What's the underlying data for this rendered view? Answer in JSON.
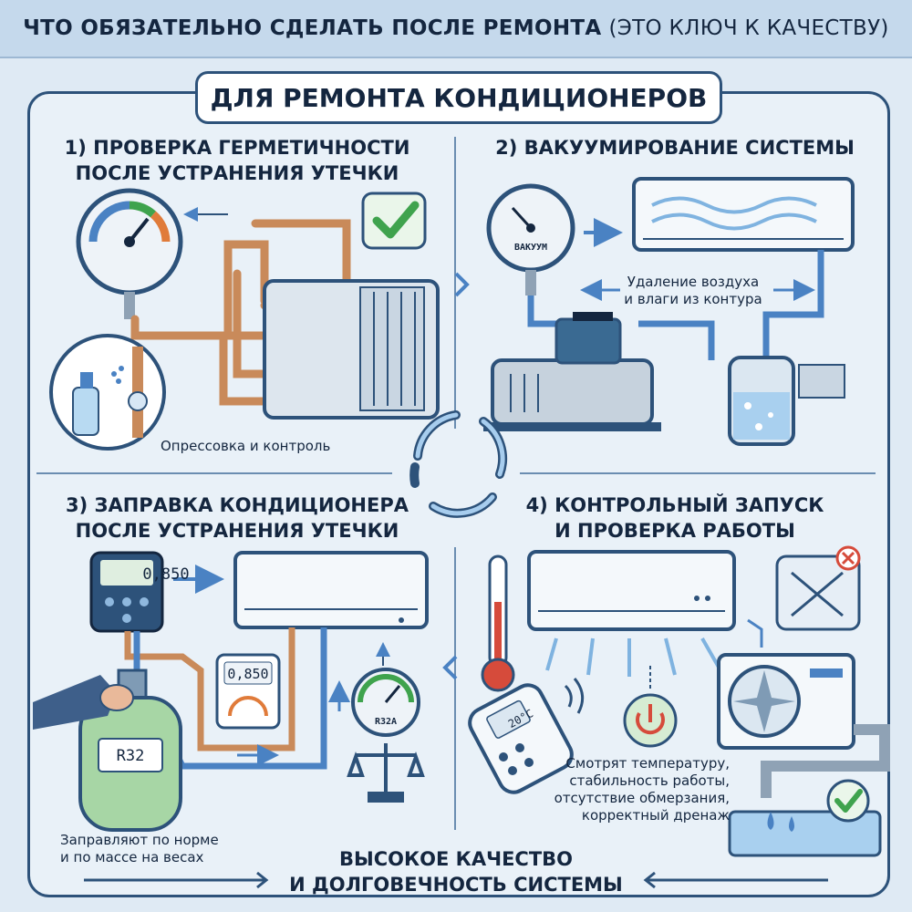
{
  "header": {
    "title_bold": "ЧТО ОБЯЗАТЕЛЬНО СДЕЛАТЬ ПОСЛЕ РЕМОНТА",
    "title_light": "(ЭТО КЛЮЧ К КАЧЕСТВУ)"
  },
  "banner": "ДЛЯ РЕМОНТА КОНДИЦИОНЕРОВ",
  "steps": [
    {
      "title_line1": "1) ПРОВЕРКА ГЕРМЕТИЧНОСТИ",
      "title_line2": "ПОСЛЕ УСТРАНЕНИЯ УТЕЧКИ",
      "caption": "Опрессовка и контроль"
    },
    {
      "title_line1": "2) ВАКУУМИРОВАНИЕ СИСТЕМЫ",
      "gauge_label": "ВАКУУМ",
      "caption_line1": "Удаление воздуха",
      "caption_line2": "и влаги из контура"
    },
    {
      "title_line1": "3) ЗАПРАВКА КОНДИЦИОНЕРА",
      "title_line2": "ПОСЛЕ УСТРАНЕНИЯ УТЕЧКИ",
      "manifold_reading": "0,850",
      "scale_reading": "0,850",
      "gauge_label": "R32A",
      "cylinder_label": "R32",
      "caption_line1": "Заправляют по норме",
      "caption_line2": "и по массе на весах"
    },
    {
      "title_line1": "4) КОНТРОЛЬНЫЙ ЗАПУСК",
      "title_line2": "И ПРОВЕРКА РАБОТЫ",
      "remote_display": "20°C",
      "caption_line1": "Смотрят температуру,",
      "caption_line2": "стабильность работы,",
      "caption_line3": "отсутствие обмерзания,",
      "caption_line4": "корректный дренаж"
    }
  ],
  "footer": {
    "line1": "ВЫСОКОЕ КАЧЕСТВО",
    "line2": "И ДОЛГОВЕЧНОСТЬ СИСТЕМЫ"
  },
  "icons": {
    "check": "check-icon",
    "cross": "cross-icon",
    "cycle": "cycle-arrows-icon",
    "power": "power-icon"
  },
  "colors": {
    "navy": "#2d527a",
    "copper": "#c98a5a",
    "blue_pipe": "#4a82c3",
    "green_check": "#3fa34d",
    "cylinder_green": "#a7d6a5",
    "red_cross": "#d64b3b"
  }
}
